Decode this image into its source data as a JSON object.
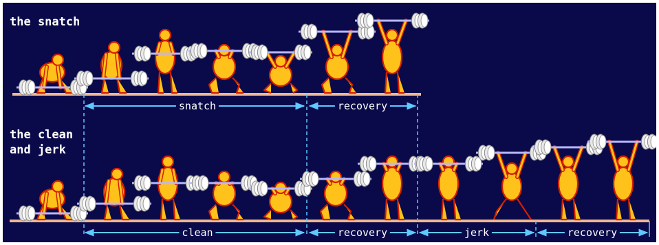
{
  "titles": {
    "snatch": "the snatch",
    "clean_line1": "the clean",
    "clean_line2": "and jerk"
  },
  "phases": {
    "snatch": "snatch",
    "snatch_recovery": "recovery",
    "clean": "clean",
    "clean_recovery": "recovery",
    "jerk": "jerk",
    "jerk_recovery": "recovery"
  },
  "colors": {
    "background": "#0a0a4a",
    "platform": "#f0b890",
    "arrow": "#5fc8ff",
    "lifter_fill": "#ffc21a",
    "lifter_outline": "#d41e00",
    "plate": "#e8e8e8",
    "bar": "#b8b8ff",
    "text": "#ffffff"
  }
}
